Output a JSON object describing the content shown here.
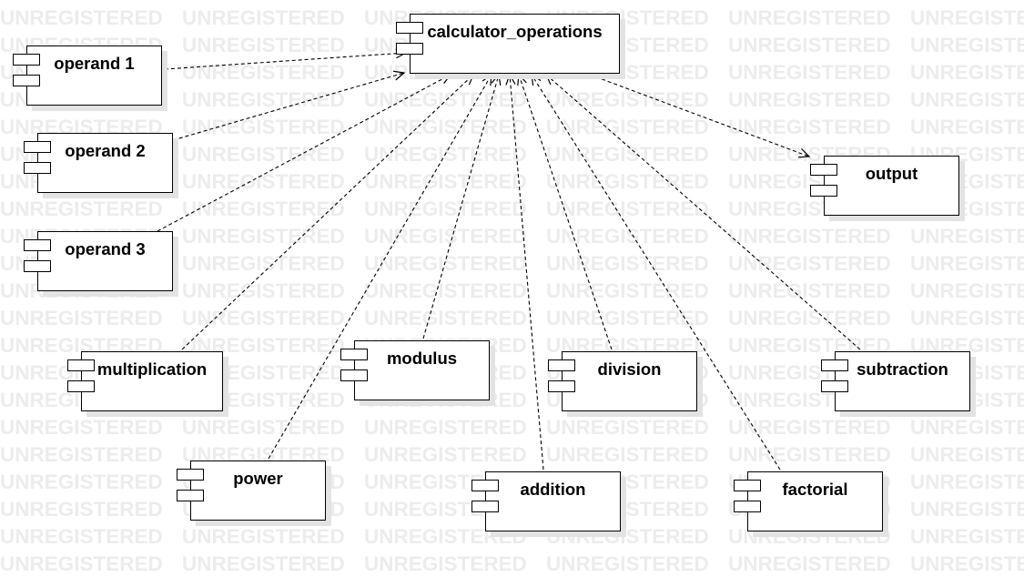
{
  "watermark": {
    "text": "UNREGISTERED"
  },
  "diagram": {
    "components": [
      {
        "id": "calculator_operations",
        "label": "calculator_operations"
      },
      {
        "id": "operand1",
        "label": "operand 1"
      },
      {
        "id": "operand2",
        "label": "operand 2"
      },
      {
        "id": "operand3",
        "label": "operand 3"
      },
      {
        "id": "output",
        "label": "output"
      },
      {
        "id": "multiplication",
        "label": "multiplication"
      },
      {
        "id": "modulus",
        "label": "modulus"
      },
      {
        "id": "division",
        "label": "division"
      },
      {
        "id": "subtraction",
        "label": "subtraction"
      },
      {
        "id": "power",
        "label": "power"
      },
      {
        "id": "addition",
        "label": "addition"
      },
      {
        "id": "factorial",
        "label": "factorial"
      }
    ],
    "dependencies": [
      {
        "from": "operand1",
        "to": "calculator_operations"
      },
      {
        "from": "operand2",
        "to": "calculator_operations"
      },
      {
        "from": "operand3",
        "to": "calculator_operations"
      },
      {
        "from": "multiplication",
        "to": "calculator_operations"
      },
      {
        "from": "power",
        "to": "calculator_operations"
      },
      {
        "from": "modulus",
        "to": "calculator_operations"
      },
      {
        "from": "addition",
        "to": "calculator_operations"
      },
      {
        "from": "division",
        "to": "calculator_operations"
      },
      {
        "from": "factorial",
        "to": "calculator_operations"
      },
      {
        "from": "subtraction",
        "to": "calculator_operations"
      },
      {
        "from": "calculator_operations",
        "to": "output"
      }
    ]
  }
}
